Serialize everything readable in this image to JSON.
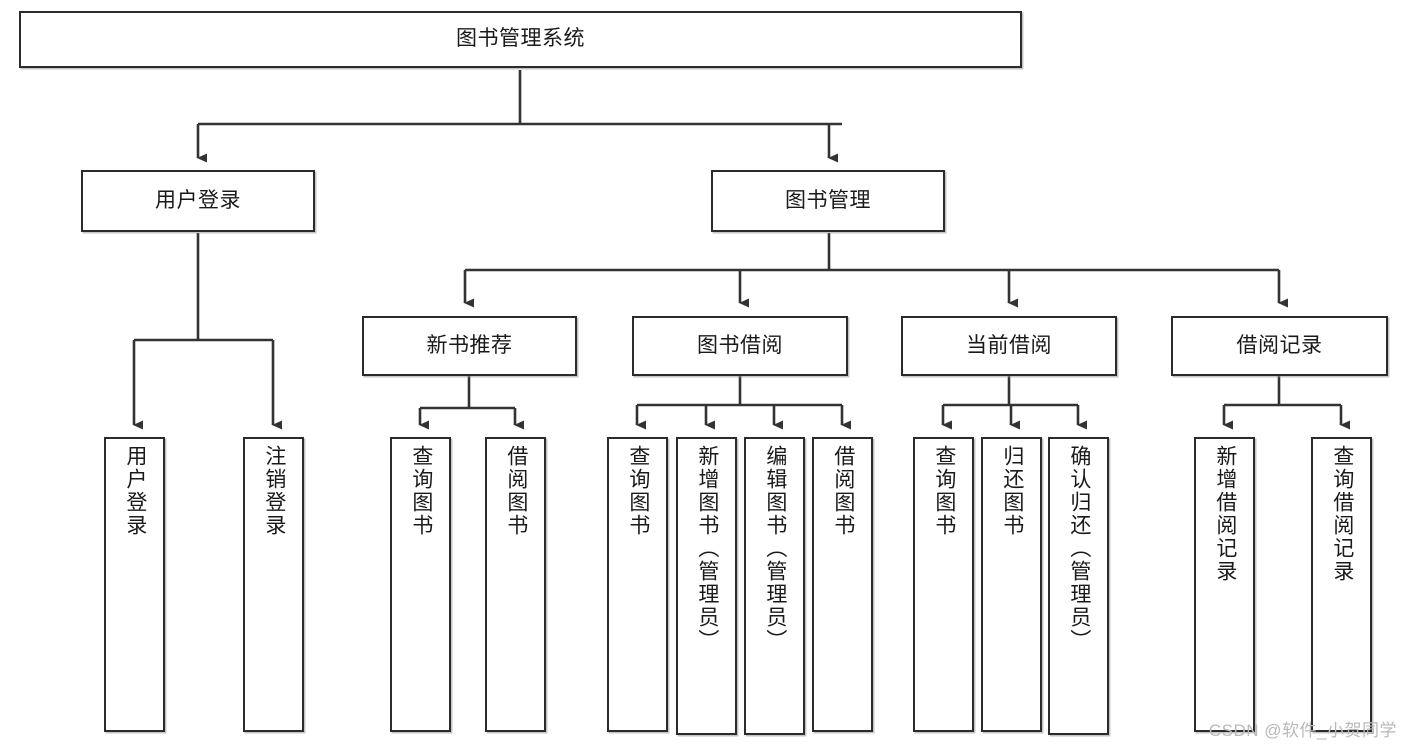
{
  "diagram": {
    "type": "tree",
    "title": "图书管理系统",
    "watermark": "CSDN @软件_小贺同学",
    "colors": {
      "box_border": "#2b2b2b",
      "box_fill": "#ffffff",
      "edge": "#333333",
      "text": "#1a1a1a",
      "watermark": "#b9b9b9"
    },
    "nodes": {
      "root": {
        "label": "图书管理系统",
        "level": 1,
        "orientation": "horizontal"
      },
      "user_login": {
        "label": "用户登录",
        "level": 2,
        "orientation": "horizontal"
      },
      "book_manage": {
        "label": "图书管理",
        "level": 2,
        "orientation": "horizontal"
      },
      "new_book_rec": {
        "label": "新书推荐",
        "level": 3,
        "orientation": "horizontal"
      },
      "book_borrow": {
        "label": "图书借阅",
        "level": 3,
        "orientation": "horizontal"
      },
      "current_borrow": {
        "label": "当前借阅",
        "level": 3,
        "orientation": "horizontal"
      },
      "borrow_record": {
        "label": "借阅记录",
        "level": 3,
        "orientation": "horizontal"
      },
      "leaf_user_login": {
        "label": "用户登录",
        "level": 3,
        "orientation": "vertical"
      },
      "leaf_logout": {
        "label": "注销登录",
        "level": 3,
        "orientation": "vertical"
      },
      "leaf_query_book_1": {
        "label": "查询图书",
        "level": 4,
        "orientation": "vertical"
      },
      "leaf_borrow_book_1": {
        "label": "借阅图书",
        "level": 4,
        "orientation": "vertical"
      },
      "leaf_query_book_2": {
        "label": "查询图书",
        "level": 4,
        "orientation": "vertical"
      },
      "leaf_add_book": {
        "label": "新增图书（管理员）",
        "level": 4,
        "orientation": "vertical"
      },
      "leaf_edit_book": {
        "label": "编辑图书（管理员）",
        "level": 4,
        "orientation": "vertical"
      },
      "leaf_borrow_book_2": {
        "label": "借阅图书",
        "level": 4,
        "orientation": "vertical"
      },
      "leaf_query_book_3": {
        "label": "查询图书",
        "level": 4,
        "orientation": "vertical"
      },
      "leaf_return_book": {
        "label": "归还图书",
        "level": 4,
        "orientation": "vertical"
      },
      "leaf_confirm_return": {
        "label": "确认归还（管理员）",
        "level": 4,
        "orientation": "vertical"
      },
      "leaf_add_record": {
        "label": "新增借阅记录",
        "level": 4,
        "orientation": "vertical"
      },
      "leaf_query_record": {
        "label": "查询借阅记录",
        "level": 4,
        "orientation": "vertical"
      }
    },
    "edges": [
      {
        "from": "root",
        "to": "user_login"
      },
      {
        "from": "root",
        "to": "book_manage"
      },
      {
        "from": "user_login",
        "to": "leaf_user_login"
      },
      {
        "from": "user_login",
        "to": "leaf_logout"
      },
      {
        "from": "book_manage",
        "to": "new_book_rec"
      },
      {
        "from": "book_manage",
        "to": "book_borrow"
      },
      {
        "from": "book_manage",
        "to": "current_borrow"
      },
      {
        "from": "book_manage",
        "to": "borrow_record"
      },
      {
        "from": "new_book_rec",
        "to": "leaf_query_book_1"
      },
      {
        "from": "new_book_rec",
        "to": "leaf_borrow_book_1"
      },
      {
        "from": "book_borrow",
        "to": "leaf_query_book_2"
      },
      {
        "from": "book_borrow",
        "to": "leaf_add_book"
      },
      {
        "from": "book_borrow",
        "to": "leaf_edit_book"
      },
      {
        "from": "book_borrow",
        "to": "leaf_borrow_book_2"
      },
      {
        "from": "current_borrow",
        "to": "leaf_query_book_3"
      },
      {
        "from": "current_borrow",
        "to": "leaf_return_book"
      },
      {
        "from": "current_borrow",
        "to": "leaf_confirm_return"
      },
      {
        "from": "borrow_record",
        "to": "leaf_add_record"
      },
      {
        "from": "borrow_record",
        "to": "leaf_query_record"
      }
    ]
  }
}
